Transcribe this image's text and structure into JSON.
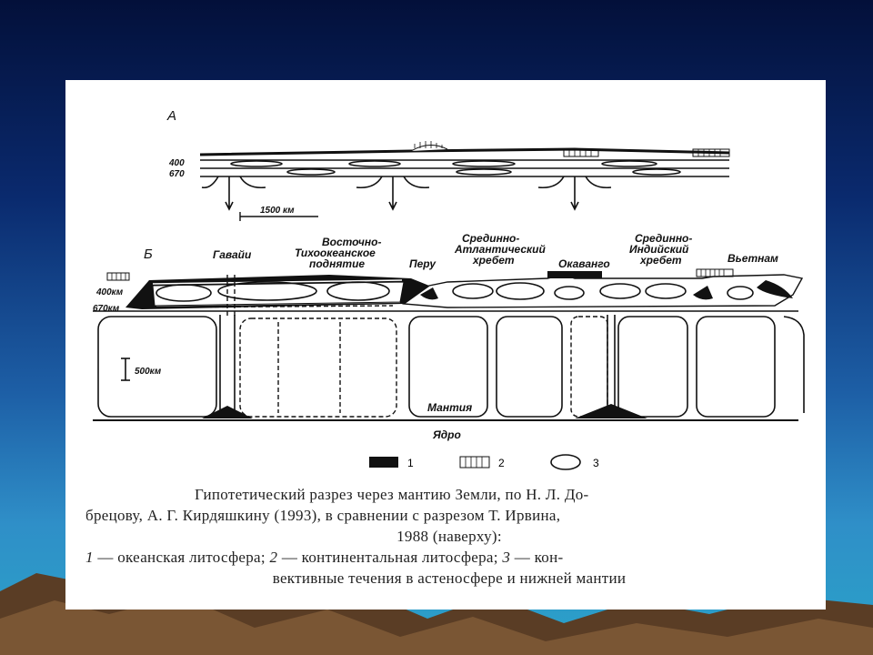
{
  "panel_a": {
    "letter": "А",
    "depth_400": "400",
    "depth_670": "670",
    "scale": "1500 км"
  },
  "panel_b": {
    "letter": "Б",
    "depth_400": "400км",
    "depth_670": "670км",
    "scale": "500км",
    "places": {
      "hawaii": "Гавайи",
      "east_pacific_1": "Восточно-",
      "east_pacific_2": "Тихоокеанское",
      "east_pacific_3": "поднятие",
      "peru": "Перу",
      "mid_atlantic_1": "Срединно-",
      "mid_atlantic_2": "Атлантический",
      "mid_atlantic_3": "хребет",
      "okavango": "Окаванго",
      "mid_indian_1": "Срединно-",
      "mid_indian_2": "Индийский",
      "mid_indian_3": "хребет",
      "vietnam": "Вьетнам"
    },
    "mantle": "Мантия",
    "core": "Ядро"
  },
  "legend": {
    "item1": "1",
    "item2": "2",
    "item3": "3"
  },
  "caption": {
    "line1": "Гипотетический разрез через мантию Земли, по Н. Л. До-",
    "line2": "брецову, А. Г. Кирдяшкину (1993), в сравнении с разрезом Т. Ирвина,",
    "line3": "1988 (наверху):",
    "n1": "1",
    "t1": " — океанская литосфера; ",
    "n2": "2",
    "t2": " — континентальная литосфера; ",
    "n3": "3",
    "t3": " — кон-",
    "line5": "вективные  течения в астеносфере и нижней мантии"
  },
  "colors": {
    "ink": "#111111",
    "card": "#ffffff",
    "sky_top": "#03103a",
    "sky_bottom": "#2aa3c9",
    "mountain": "#6b4a2e"
  }
}
